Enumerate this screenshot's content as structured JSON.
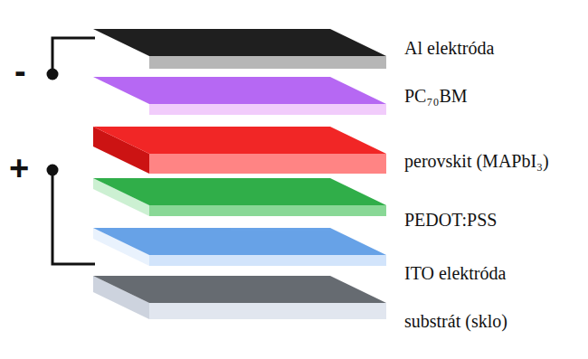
{
  "diagram": {
    "labels": [
      "Al elektróda",
      "PC₇₀BM",
      "perovskit (MAPbI₃)",
      "PEDOT:PSS",
      "ITO elektróda",
      "substrát (sklo)",
      "-",
      "+"
    ]
  }
}
